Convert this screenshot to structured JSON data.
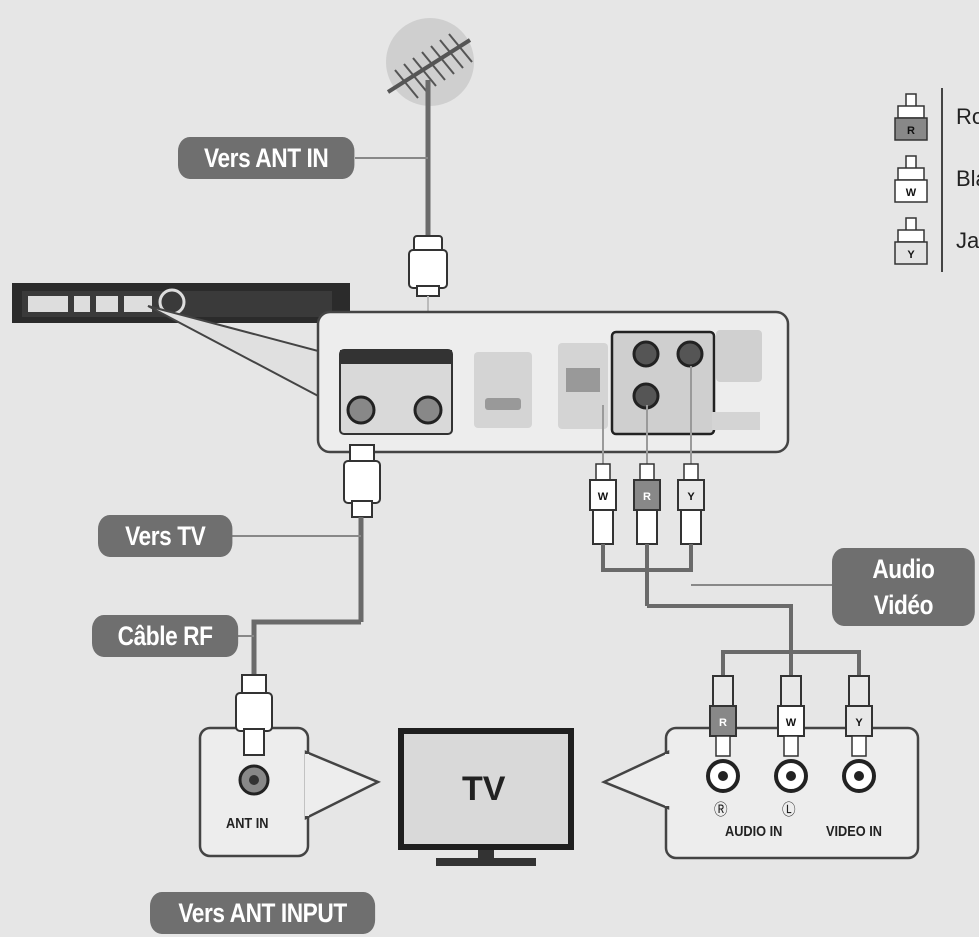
{
  "labels": {
    "ant_in_top": "Vers ANT IN",
    "to_tv": "Vers TV",
    "rf_cable": "Câble RF",
    "audio": "Audio",
    "video": "Vidéo",
    "ant_input": "Vers ANT INPUT"
  },
  "tv": {
    "label": "TV",
    "ant_in": "ANT IN",
    "audio_in": "AUDIO IN",
    "video_in": "VIDEO IN",
    "r_mark": "Ⓡ",
    "l_mark": "Ⓛ"
  },
  "legend": [
    {
      "code": "R",
      "text": "Ro"
    },
    {
      "code": "W",
      "text": "Bla"
    },
    {
      "code": "Y",
      "text": "Ja"
    }
  ],
  "plugs": {
    "w": "W",
    "r": "R",
    "y": "Y"
  },
  "colors": {
    "background": "#e6e6e6",
    "pill": "#6f6f6f",
    "cable": "#6a6a6a"
  }
}
